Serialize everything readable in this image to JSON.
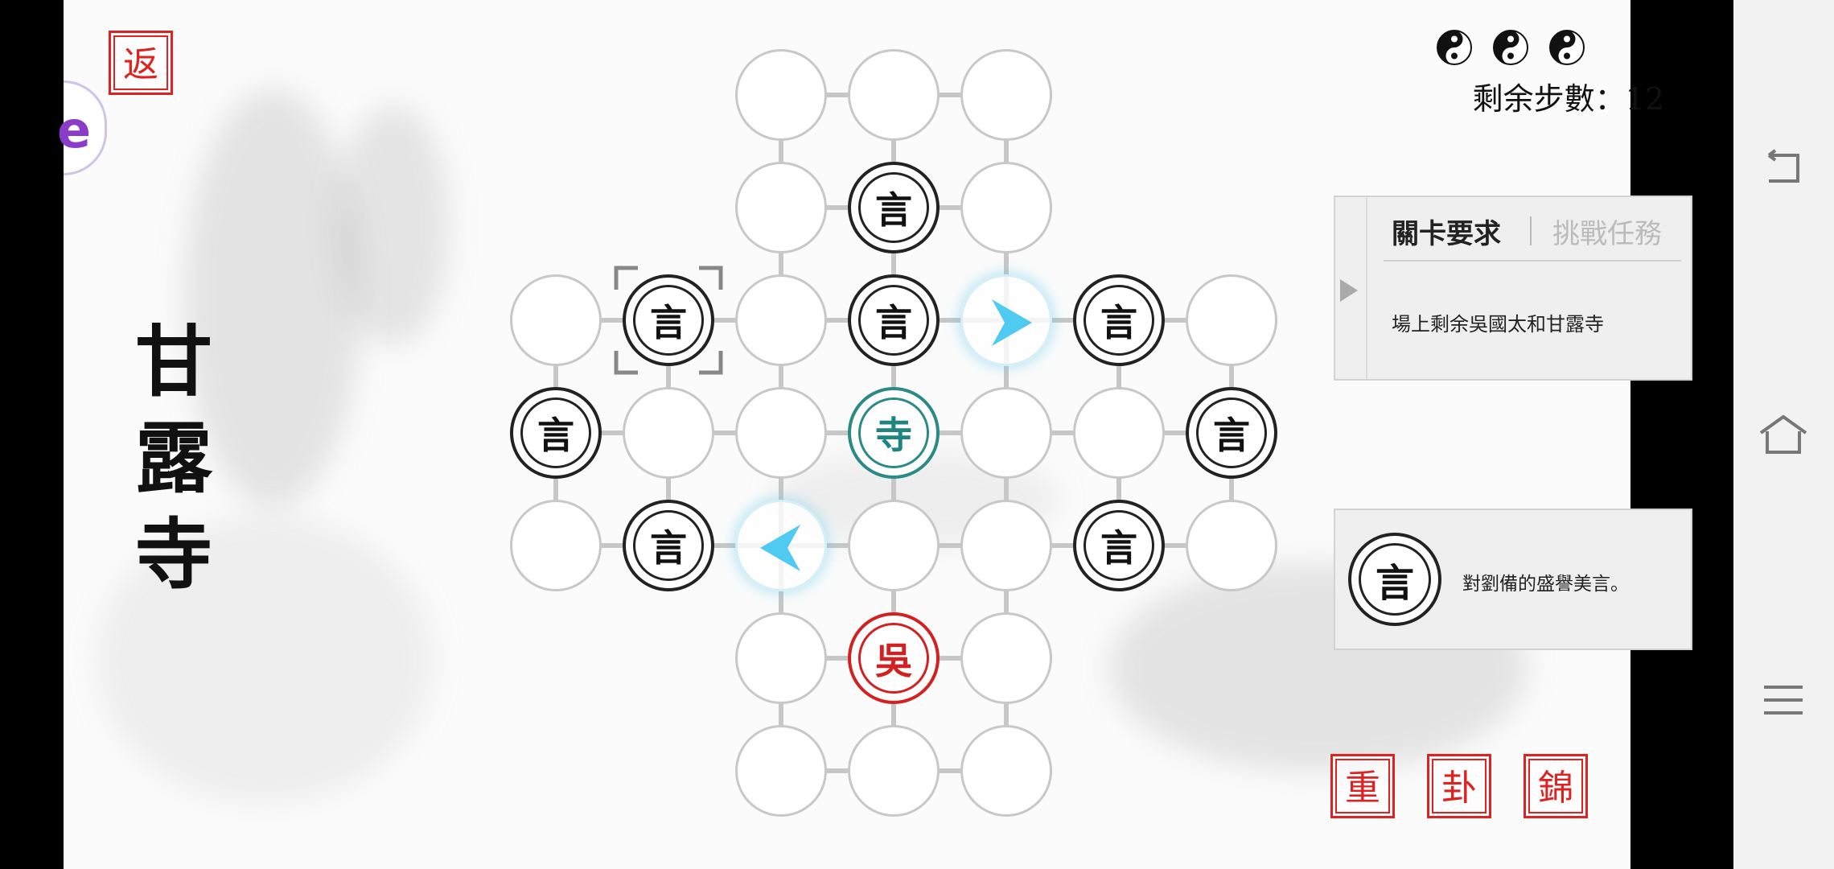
{
  "level": {
    "title_chars": [
      "甘",
      "露",
      "寺"
    ]
  },
  "buttons": {
    "back": "返",
    "restart": "重",
    "hexagram": "卦",
    "brocade": "錦"
  },
  "side_badge": {
    "label": "e"
  },
  "status": {
    "steps_label": "剩余步數：",
    "steps_value": "12",
    "lives_icons": [
      "taiji-icon",
      "taiji-icon",
      "taiji-icon"
    ]
  },
  "requirements_panel": {
    "tab_requirements": "關卡要求",
    "tab_challenge": "挑戰任務",
    "text": "場上剩余吳國太和甘露寺"
  },
  "info_panel": {
    "piece_char": "言",
    "text": "對劉備的盛譽美言。"
  },
  "board": {
    "pieces": [
      {
        "id": "yan-r1c3",
        "char": "言",
        "kind": "black"
      },
      {
        "id": "yan-r2c1",
        "char": "言",
        "kind": "black"
      },
      {
        "id": "yan-r2c3",
        "char": "言",
        "kind": "black"
      },
      {
        "id": "yan-r2c5",
        "char": "言",
        "kind": "black"
      },
      {
        "id": "yan-r3c0",
        "char": "言",
        "kind": "black"
      },
      {
        "id": "si-r3c3",
        "char": "寺",
        "kind": "teal"
      },
      {
        "id": "yan-r3c6",
        "char": "言",
        "kind": "black"
      },
      {
        "id": "yan-r4c1",
        "char": "言",
        "kind": "black"
      },
      {
        "id": "yan-r4c5",
        "char": "言",
        "kind": "black"
      },
      {
        "id": "wu-r5c3",
        "char": "吳",
        "kind": "red"
      }
    ]
  },
  "colors": {
    "accent_red": "#d32020",
    "teal": "#2a8a86",
    "arrow_blue": "#4fcaf0",
    "ink": "#111111"
  },
  "navbar": {
    "icons": [
      "back-nav-icon",
      "home-nav-icon",
      "menu-nav-icon"
    ]
  }
}
